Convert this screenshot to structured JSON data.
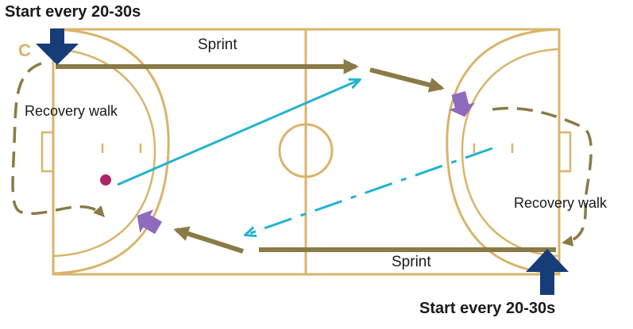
{
  "labels": {
    "start_top": "Start every 20-30s",
    "start_bottom": "Start every 20-30s",
    "sprint_top": "Sprint",
    "sprint_bottom": "Sprint",
    "recovery_left": "Recovery walk",
    "recovery_right": "Recovery walk",
    "corner_marker": "C"
  },
  "colors": {
    "court_lines": "#d9b46a",
    "sprint_arrow": "#8a7a45",
    "start_arrow": "#163d78",
    "pass_line": "#22b3d0",
    "turn_arrow": "#8e6bbd",
    "ball": "#b0226b",
    "corner_marker": "#d9b46a",
    "text": "#1a1a1a"
  },
  "icons": {
    "start_arrow": "down-arrow-icon",
    "turn_arrow": "purple-turn-arrow-icon",
    "ball": "ball-icon"
  }
}
